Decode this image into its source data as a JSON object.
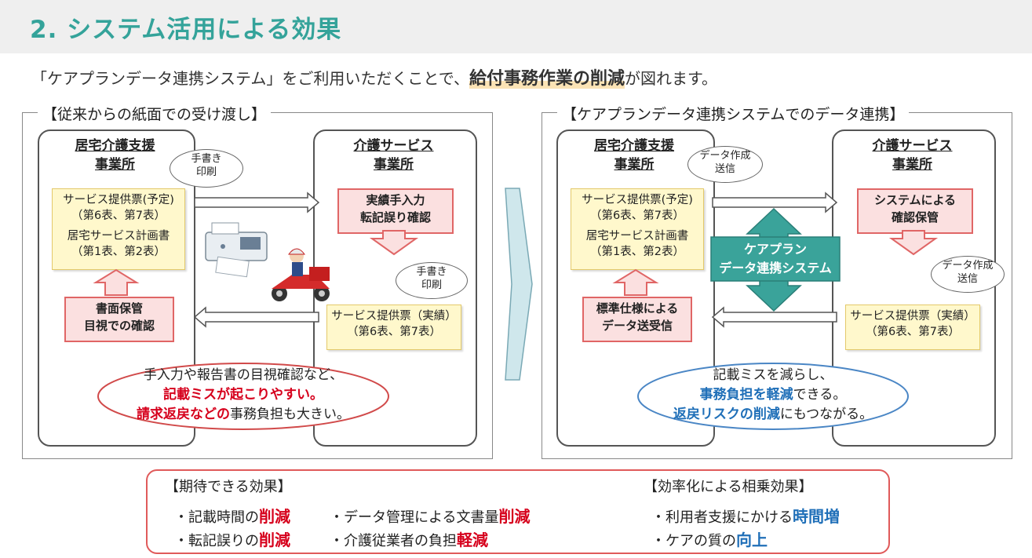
{
  "header": {
    "title": "2. システム活用による効果"
  },
  "lead": {
    "prefix": "「ケアプランデータ連携システム」をご利用いただくことで、",
    "highlight": "給付事務作業の削減",
    "suffix": "が図れます。"
  },
  "left_panel": {
    "title": "【従来からの紙面での受け渡し】",
    "org_left": "居宅介護支援\n事業所",
    "org_right": "介護サービス\n事業所",
    "note_left": {
      "line1": "サービス提供票(予定)",
      "line2": "（第6表、第7表）",
      "line3": "居宅サービス計画書",
      "line4": "（第1表、第2表）"
    },
    "bubble_top": "手書き\n印刷",
    "bubble_bottom": "手書き\n印刷",
    "red_right": {
      "line1": "実績手入力",
      "line2": "転記誤り確認"
    },
    "red_left": {
      "line1": "書面保管",
      "line2": "目視での確認"
    },
    "note_right": {
      "line1": "サービス提供票（実績）",
      "line2": "（第6表、第7表）"
    },
    "cloud": {
      "line1": "手入力や報告書の目視確認など、",
      "line2": "記載ミスが起こりやすい。",
      "line3_red": "請求返戻などの",
      "line3_rest": "事務負担も大きい。"
    }
  },
  "right_panel": {
    "title": "【ケアプランデータ連携システムでのデータ連携】",
    "org_left": "居宅介護支援\n事業所",
    "org_right": "介護サービス\n事業所",
    "note_left": {
      "line1": "サービス提供票(予定)",
      "line2": "（第6表、第7表）",
      "line3": "居宅サービス計画書",
      "line4": "（第1表、第2表）"
    },
    "bubble_top": "データ作成\n送信",
    "bubble_bottom": "データ作成\n送信",
    "center_system": {
      "line1": "ケアプラン",
      "line2": "データ連携システム"
    },
    "red_right": {
      "line1": "システムによる",
      "line2": "確認保管"
    },
    "red_left": {
      "line1": "標準仕様による",
      "line2": "データ送受信"
    },
    "note_right": {
      "line1": "サービス提供票（実績）",
      "line2": "（第6表、第7表）"
    },
    "cloud": {
      "line1": "記載ミスを減らし、",
      "line2_blue": "事務負担を軽減",
      "line2_rest": "できる。",
      "line3_blue": "返戻リスクの削減",
      "line3_rest": "にもつながる。"
    }
  },
  "bottom": {
    "left_title": "【期待できる効果】",
    "items": [
      {
        "prefix": "・記載時間の",
        "emph": "削減"
      },
      {
        "prefix": "・データ管理による文書量",
        "emph": "削減"
      },
      {
        "prefix": "・転記誤りの",
        "emph": "削減"
      },
      {
        "prefix": "・介護従業者の負担",
        "emph": "軽減"
      }
    ],
    "right_title": "【効率化による相乗効果】",
    "right_items": [
      {
        "prefix": "・利用者支援にかける",
        "emph": "時間増"
      },
      {
        "prefix": "・ケアの質の",
        "emph": "向上"
      }
    ]
  },
  "colors": {
    "accent": "#34a39a",
    "red": "#d6001c",
    "blue": "#1f6fb8",
    "teal": "#3aa39a"
  }
}
